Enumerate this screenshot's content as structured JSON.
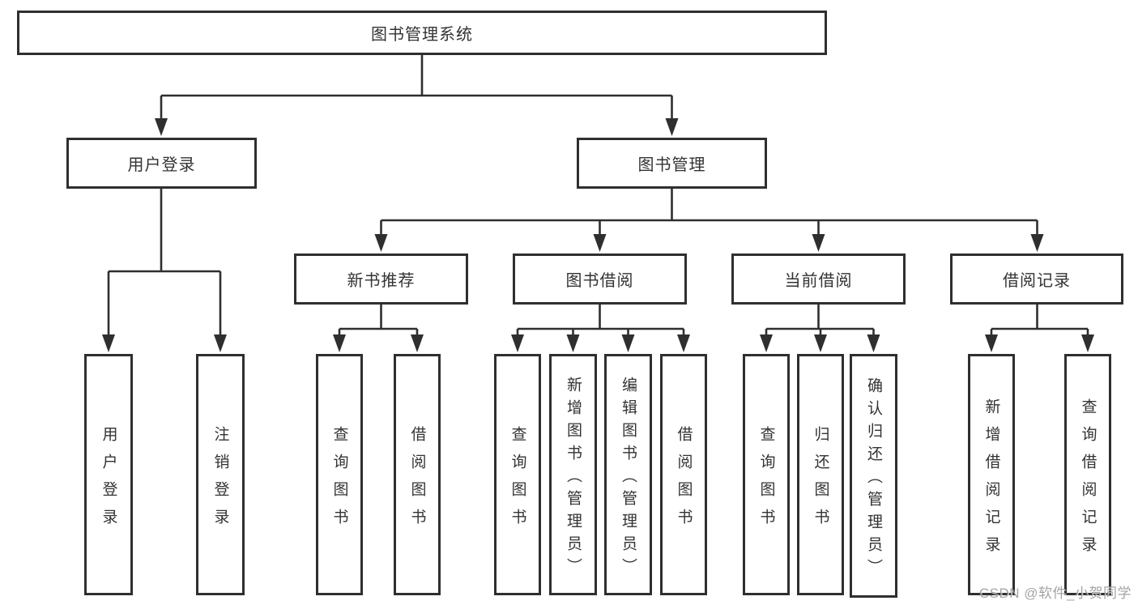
{
  "nodes": {
    "root": "图书管理系统",
    "level2": [
      {
        "label": "用户登录"
      },
      {
        "label": "图书管理"
      }
    ],
    "level3": [
      {
        "label": "新书推荐"
      },
      {
        "label": "图书借阅"
      },
      {
        "label": "当前借阅"
      },
      {
        "label": "借阅记录"
      }
    ],
    "leaves": [
      {
        "label": "用户登录"
      },
      {
        "label": "注销登录"
      },
      {
        "label": "查询图书"
      },
      {
        "label": "借阅图书"
      },
      {
        "label": "查询图书"
      },
      {
        "label": "新增图书（管理员）"
      },
      {
        "label": "编辑图书（管理员）"
      },
      {
        "label": "借阅图书"
      },
      {
        "label": "查询图书"
      },
      {
        "label": "归还图书"
      },
      {
        "label": "确认归还（管理员）"
      },
      {
        "label": "新增借阅记录"
      },
      {
        "label": "查询借阅记录"
      }
    ]
  },
  "watermark": "CSDN @软件_小贺同学",
  "colors": {
    "line": "#2f2f2f",
    "box_border": "#2f2f2f",
    "text": "#333333",
    "background": "#ffffff",
    "watermark": "#949494"
  }
}
